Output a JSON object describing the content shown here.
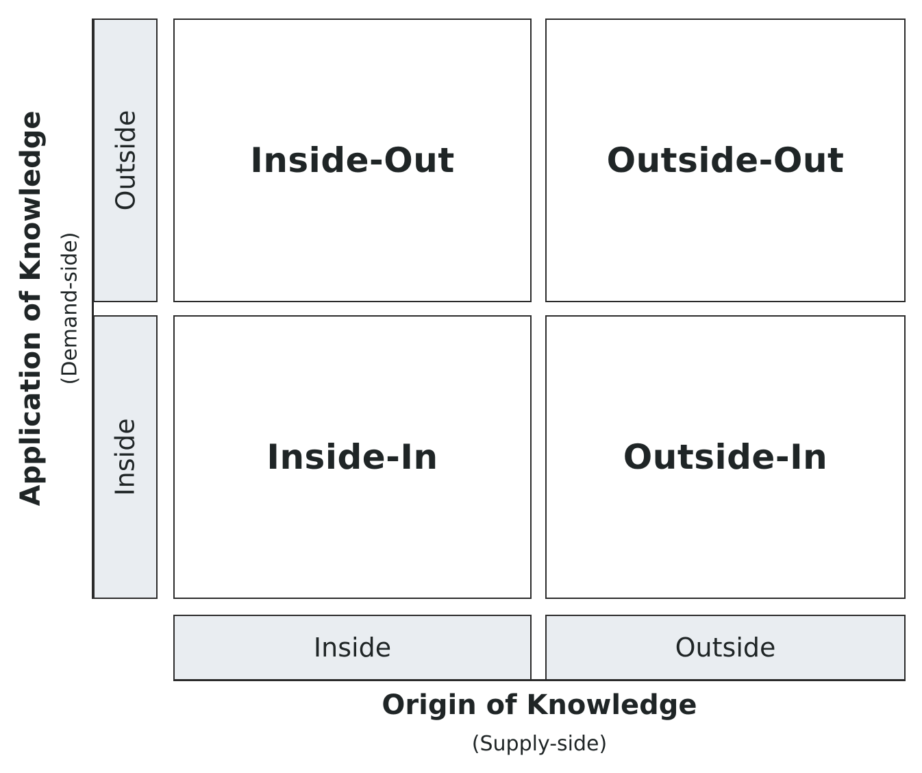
{
  "quadrants": {
    "top_left": "Inside-Out",
    "top_right": "Outside-Out",
    "bottom_left": "Inside-In",
    "bottom_right": "Outside-In"
  },
  "y_axis": {
    "title": "Application of Knowledge",
    "subtitle": "(Demand-side)",
    "labels": {
      "top": "Outside",
      "bottom": "Inside"
    }
  },
  "x_axis": {
    "title": "Origin of Knowledge",
    "subtitle": "(Supply-side)",
    "labels": {
      "left": "Inside",
      "right": "Outside"
    }
  },
  "colors": {
    "label_fill": "#e9edf1",
    "border": "#2b2b2b",
    "text": "#1f2526"
  }
}
